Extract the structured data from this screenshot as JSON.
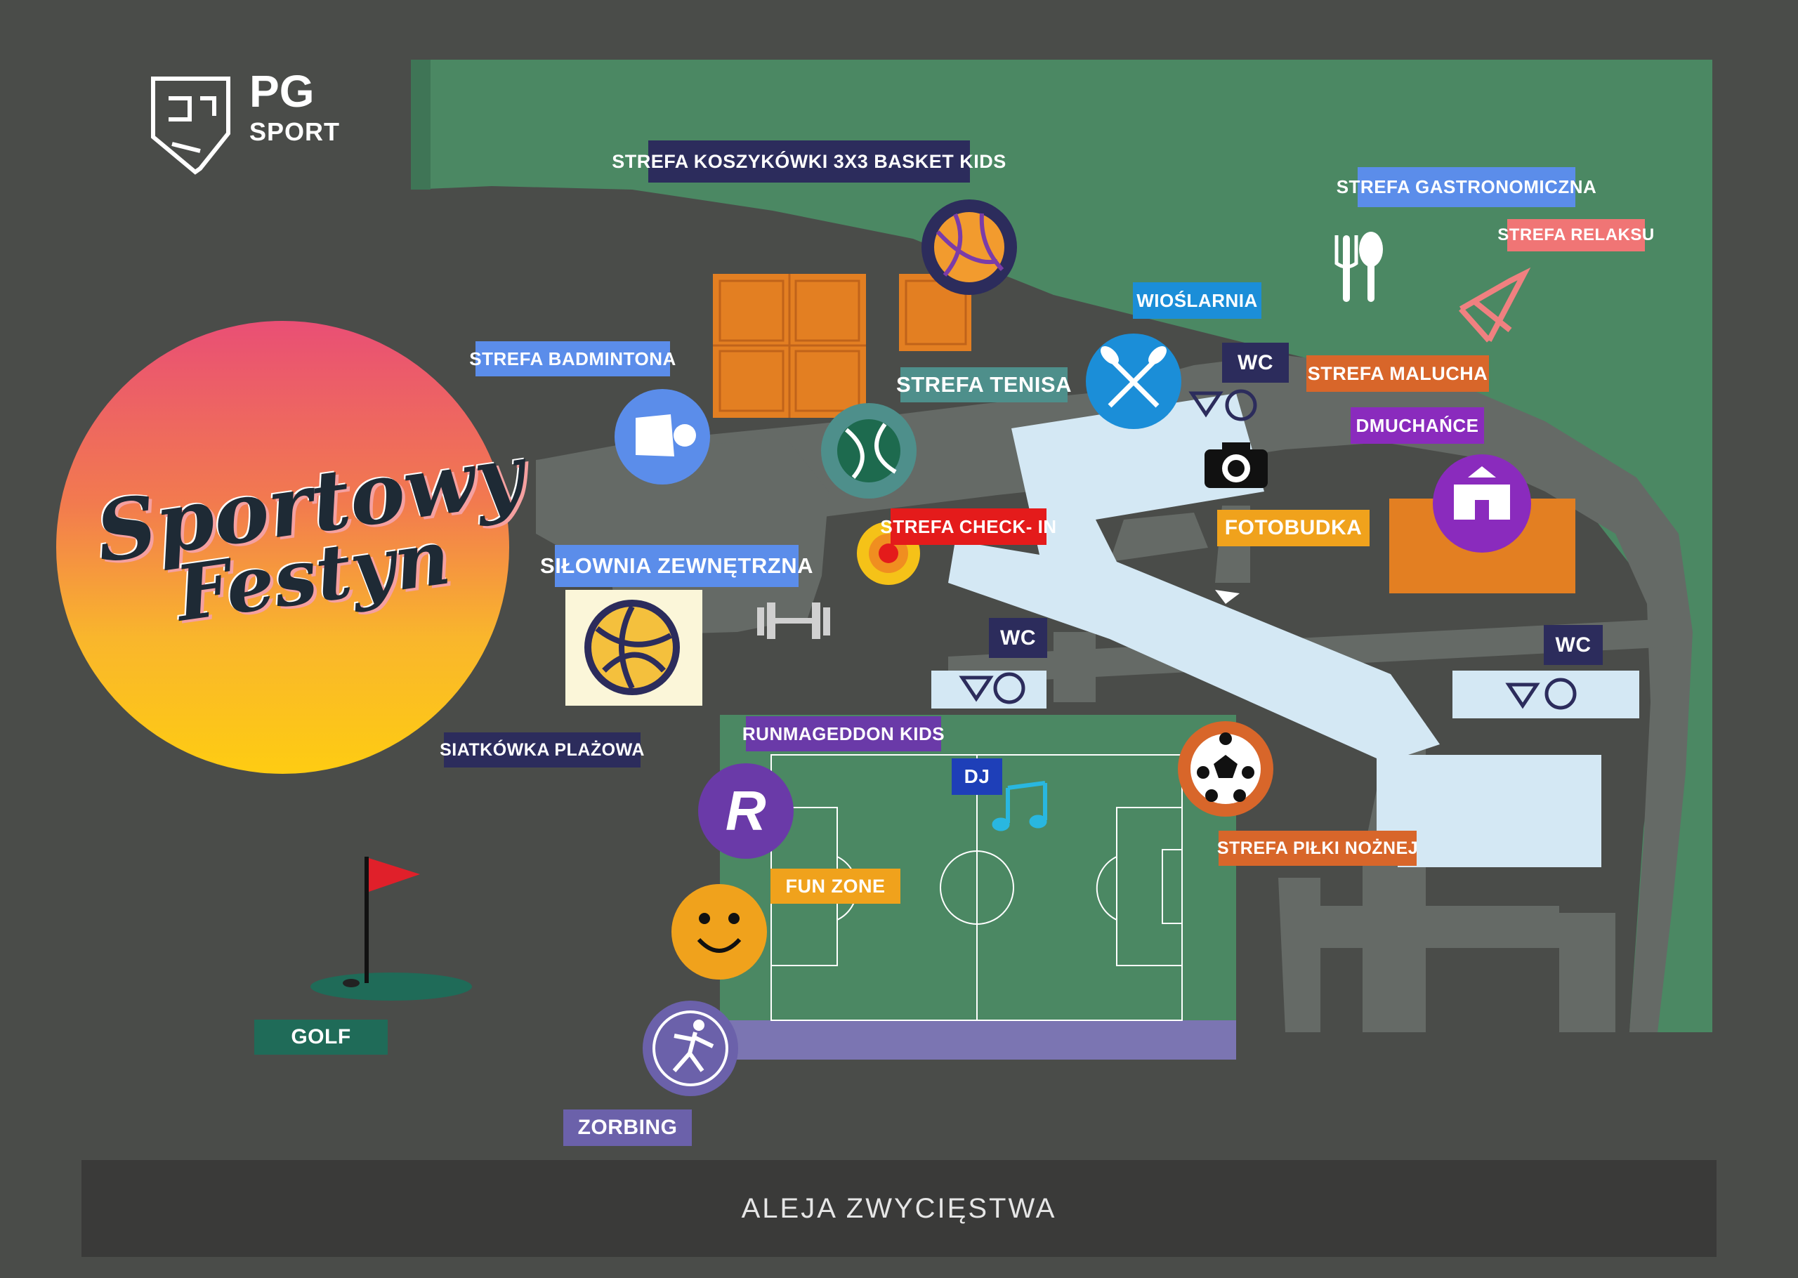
{
  "logo": {
    "brand": "PG",
    "brand_sub": "SPORT"
  },
  "event_title": {
    "line1": "Sportowy",
    "line2": "Festyn"
  },
  "street": {
    "name": "ALEJA ZWYCIĘSTWA"
  },
  "zones": {
    "basketball": "STREFA KOSZYKÓWKI 3X3   BASKET KIDS",
    "gastronomy": "STREFA GASTRONOMICZNA",
    "relax": "STREFA RELAKSU",
    "rowing": "WIOŚLARNIA",
    "wc1": "WC",
    "wc2": "WC",
    "wc3": "WC",
    "toddler": "STREFA MALUCHA",
    "badminton": "STREFA BADMINTONA",
    "tennis": "STREFA TENISA",
    "inflatables": "DMUCHAŃCE",
    "photobooth": "FOTOBUDKA",
    "checkin": "STREFA CHECK- IN",
    "gym": "SIŁOWNIA ZEWNĘTRZNA",
    "runmageddon": "RUNMAGEDDON  KIDS",
    "dj": "DJ",
    "football": "STREFA PIŁKI NOŻNEJ",
    "volleyball": "SIATKÓWKA PLAŻOWA",
    "funzone": "FUN ZONE",
    "golf": "GOLF",
    "zorbing": "ZORBING"
  },
  "icons": {
    "runmageddon_letter": "R"
  },
  "colors": {
    "background": "#4a4c49",
    "grass": "#4b8863",
    "path": "#656a66",
    "water": "#d4e8f4",
    "navy": "#2c2c5c",
    "blue_label": "#5b8dea",
    "orange": "#e37f22",
    "purple": "#8a2bbd",
    "teal": "#4e8f8b",
    "golf_green": "#1f6b58"
  }
}
